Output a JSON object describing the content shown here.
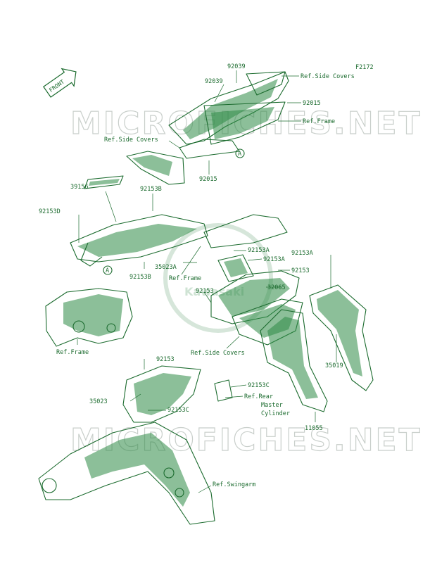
{
  "figure_code": "F2172",
  "front_label": "FRONT",
  "watermark": {
    "site": "MICROFICHES.NET",
    "brand": "Kawasaki"
  },
  "labels": {
    "p92039_top": "92039",
    "p92039_mid": "92039",
    "ref_side_covers_top": "Ref.Side Covers",
    "p92015_right": "92015",
    "ref_frame_top": "Ref.Frame",
    "ref_side_covers_left": "Ref.Side Covers",
    "p92015_bottom": "92015",
    "p39156": "39156",
    "p92153B_top": "92153B",
    "p92153D": "92153D",
    "p92153A_mid": "92153A",
    "p92153A_right": "92153A",
    "p92153A_lower": "92153A",
    "p92153_right": "92153",
    "p35023A": "35023A",
    "p92153B_bottom": "92153B",
    "ref_frame_mid": "Ref.Frame",
    "p92153_mid": "92153",
    "p32065": "32065",
    "ref_frame_left": "Ref.Frame",
    "ref_side_covers_mid": "Ref.Side Covers",
    "p35019": "35019",
    "p92153_lower": "92153",
    "p92153C_right": "92153C",
    "ref_rear_1": "Ref.Rear",
    "ref_rear_2": "Master",
    "ref_rear_3": "Cylinder",
    "p35023": "35023",
    "p92153C_left": "92153C",
    "p11055": "11055",
    "ref_swingarm": "Ref.Swingarm",
    "marker_a": "A"
  }
}
